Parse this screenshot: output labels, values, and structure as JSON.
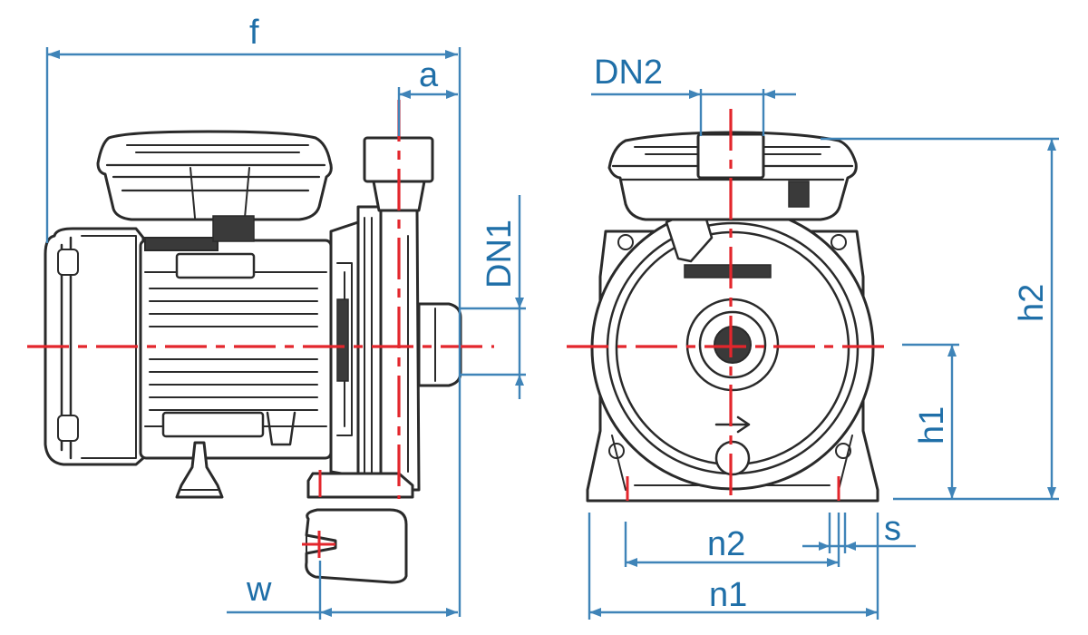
{
  "labels": {
    "f": "f",
    "a": "a",
    "dn1": "DN1",
    "w": "w",
    "dn2": "DN2",
    "h2": "h2",
    "h1": "h1",
    "n2": "n2",
    "s": "s",
    "n1": "n1"
  },
  "colors": {
    "dimension": "#3f84b8",
    "axis": "#e3262c",
    "outline": "#2a2a2a"
  }
}
